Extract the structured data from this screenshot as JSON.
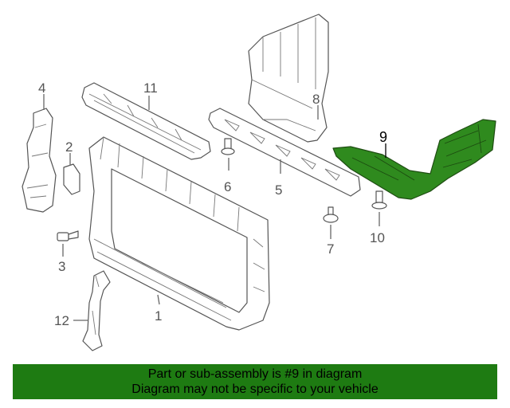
{
  "callouts": {
    "c1": "1",
    "c2": "2",
    "c3": "3",
    "c4": "4",
    "c5": "5",
    "c6": "6",
    "c7": "7",
    "c8": "8",
    "c9": "9",
    "c10": "10",
    "c11": "11",
    "c12": "12"
  },
  "highlight": {
    "part_number": "9",
    "color": "#2f8a1e"
  },
  "banner": {
    "line1": "Part or sub-assembly is #9 in diagram",
    "line2": "Diagram may not be specific to your vehicle",
    "background": "#1e7b12"
  }
}
